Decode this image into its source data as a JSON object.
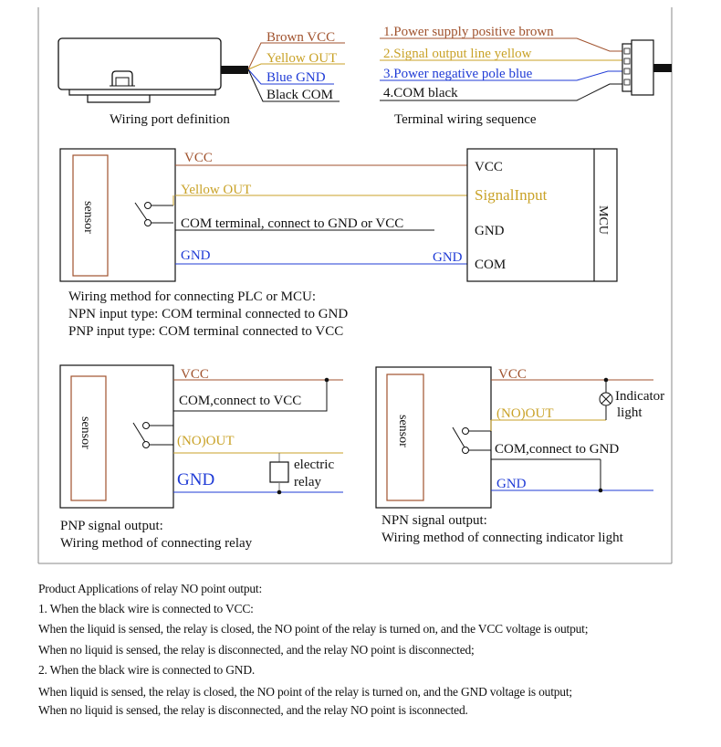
{
  "colors": {
    "brown": "#a0522d",
    "yellow": "#c9a227",
    "blue": "#1f3bd6",
    "black": "#111111",
    "relay_line": "#555555",
    "frame": "#888888"
  },
  "top": {
    "wire_labels": [
      "Brown VCC",
      "Yellow OUT",
      "Blue GND",
      "Black COM"
    ],
    "port_caption": "Wiring port definition",
    "terminal_labels": [
      "1.Power supply positive brown",
      "2.Signal output line yellow",
      "3.Power negative pole blue",
      "4.COM  black"
    ],
    "terminal_caption": "Terminal wiring sequence"
  },
  "plc": {
    "sensor_label": "sensor",
    "mcu_label": "MCU",
    "vcc_left": "VCC",
    "out_left": "Yellow OUT",
    "com_left": "COM terminal, connect to GND or VCC",
    "gnd_left": "GND",
    "gnd_right": "GND",
    "mcu_vcc": "VCC",
    "mcu_signal": "SignalInput",
    "mcu_gnd": "GND",
    "mcu_com": "COM",
    "desc": [
      "Wiring method for connecting PLC or MCU:",
      "NPN input type: COM terminal connected to GND",
      "PNP input type: COM terminal connected to VCC"
    ]
  },
  "pnp": {
    "sensor_label": "sensor",
    "vcc": "VCC",
    "com": "COM,connect to VCC",
    "out": "(NO)OUT",
    "gnd": "GND",
    "relay_label_1": "electric",
    "relay_label_2": "relay",
    "caption": [
      "PNP signal output:",
      "Wiring method of connecting relay"
    ]
  },
  "npn": {
    "sensor_label": "sensor",
    "vcc": "VCC",
    "out": "(NO)OUT",
    "com": "COM,connect to GND",
    "gnd": "GND",
    "indicator_1": "Indicator",
    "indicator_2": "light",
    "caption": [
      "NPN signal output:",
      "Wiring method of connecting indicator light"
    ]
  },
  "notes": [
    "Product Applications of relay NO point output:",
    "1. When the black wire is connected to VCC:",
    "When the liquid is sensed, the relay is closed, the NO point of the relay is turned on, and the VCC voltage is output;",
    "When no liquid is sensed, the relay is disconnected, and the relay NO point is disconnected;",
    "2. When the black wire is connected to GND.",
    "When liquid is sensed, the relay is closed, the NO point of the relay is turned on, and the GND voltage is output;",
    "When no liquid is sensed, the relay is disconnected, and the relay NO point is isconnected."
  ]
}
